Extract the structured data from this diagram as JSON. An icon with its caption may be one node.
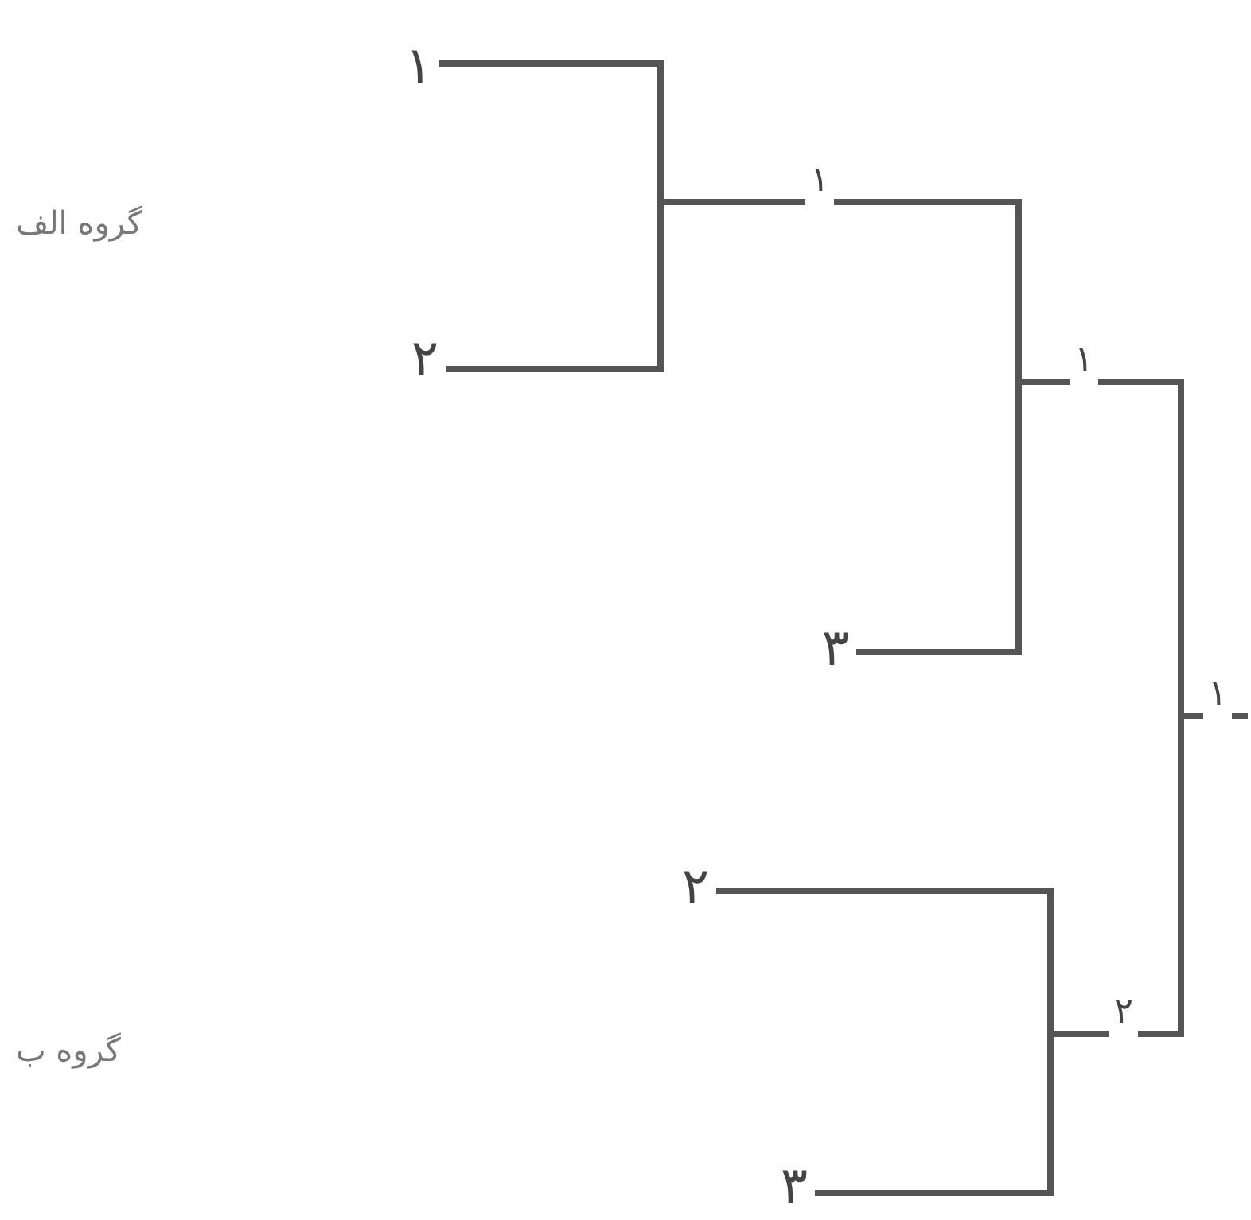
{
  "diagram": {
    "nodes": [
      {
        "text": [
          "۱"
        ]
      },
      {
        "text": [
          "۲"
        ]
      },
      {
        "text": [
          "۳"
        ]
      },
      {
        "text": [
          "۲"
        ]
      },
      {
        "text": [
          "۳"
        ]
      },
      {
        "text": [
          "۱"
        ]
      },
      {
        "text": [
          "۱"
        ]
      },
      {
        "text": [
          "۲"
        ]
      },
      {
        "text": [
          "۱"
        ]
      }
    ],
    "edges": [
      {
        "from": 0,
        "to": 5,
        "arrow": "none"
      },
      {
        "from": 1,
        "to": 5,
        "arrow": "none"
      },
      {
        "from": 5,
        "to": 6,
        "arrow": "none"
      },
      {
        "from": 2,
        "to": 6,
        "arrow": "none"
      },
      {
        "from": 3,
        "to": 7,
        "arrow": "none"
      },
      {
        "from": 4,
        "to": 7,
        "arrow": "none"
      },
      {
        "from": 6,
        "to": 8,
        "arrow": "none"
      },
      {
        "from": 7,
        "to": 8,
        "arrow": "none"
      },
      {
        "from": 8,
        "to": null,
        "arrow": "none"
      }
    ],
    "labels": [
      "گروه الف",
      "گروه ب"
    ]
  }
}
